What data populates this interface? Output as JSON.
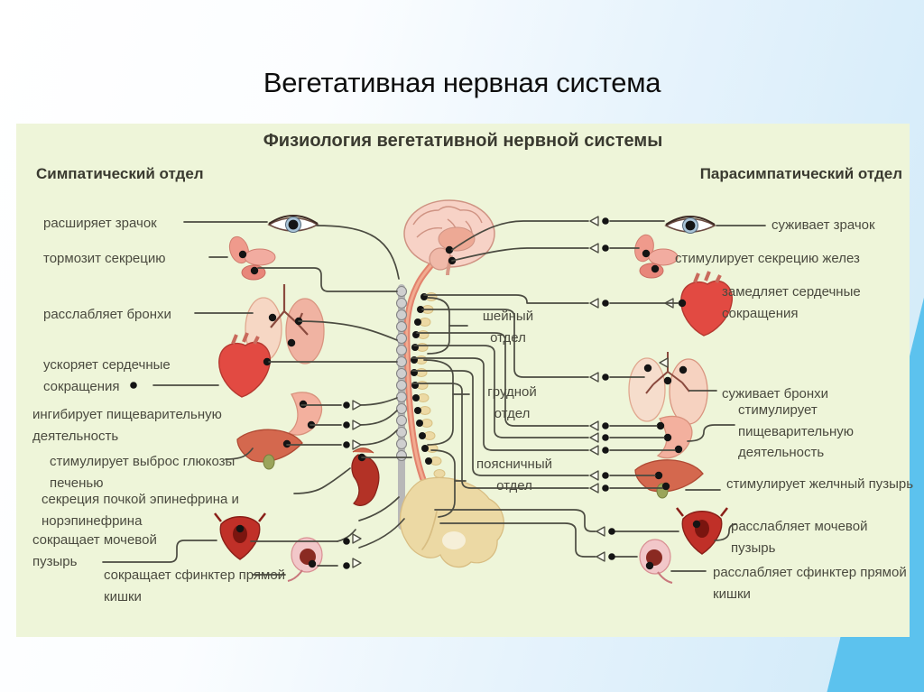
{
  "slide": {
    "title": "Вегетативная нервная система"
  },
  "diagram": {
    "title": "Физиология вегетативной нервной системы",
    "left_section": "Симпатический отдел",
    "right_section": "Парасимпатический отдел",
    "spine_labels": [
      "шейный отдел",
      "грудной отдел",
      "поясничный отдел"
    ],
    "left_labels": [
      "расширяет зрачок",
      "тормозит секрецию",
      "расслабляет бронхи",
      "ускоряет сердечные сокращения",
      "ингибирует пищеварительную деятельность",
      "стимулирует выброс глюкозы печенью",
      "секреция почкой эпинефрина и норэпинефрина",
      "сокращает мочевой пузырь",
      "сокращает сфинктер прямой кишки"
    ],
    "right_labels": [
      "суживает зрачок",
      "стимулирует секрецию желез",
      "замедляет сердечные сокращения",
      "суживает бронхи",
      "стимулирует пищеварительную деятельность",
      "стимулирует желчный пузырь",
      "расслабляет мочевой пузырь",
      "расслабляет сфинктер прямой кишки"
    ],
    "organs": [
      "eye",
      "glands",
      "lungs",
      "heart",
      "stomach",
      "liver",
      "kidney",
      "bladder",
      "rectum",
      "brain",
      "spine"
    ]
  },
  "colors": {
    "slide-bg-right": "#cfe9f8",
    "corner-blue": "#5cc2ee",
    "diagram-bg": "#eef5d9",
    "text-dark": "#3a3a30",
    "label-text": "#4a4a3f",
    "line": "#4b4b41",
    "organ-red": "#e24a42",
    "organ-pink": "#f2b2a0",
    "organ-dark-red": "#b33226",
    "liver-brown": "#d4684e",
    "spine-salmon": "#e2826d",
    "bone": "#ecd9a4"
  }
}
